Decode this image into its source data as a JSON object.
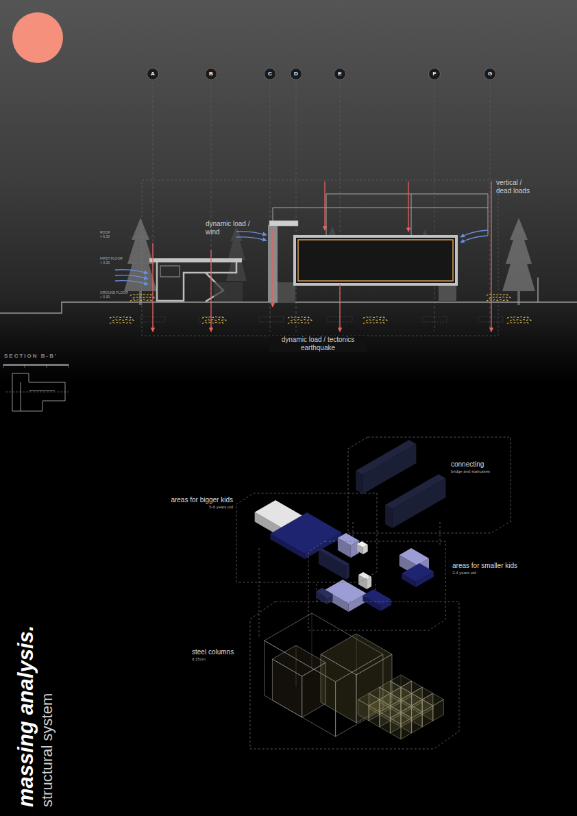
{
  "diagram": {
    "title": "massing analysis.",
    "nodes": [
      {
        "text": [
          "A"
        ]
      },
      {
        "text": [
          "B"
        ]
      },
      {
        "text": [
          "C"
        ]
      },
      {
        "text": [
          "D"
        ]
      },
      {
        "text": [
          "E"
        ]
      },
      {
        "text": [
          "F"
        ]
      },
      {
        "text": [
          "G"
        ]
      },
      {
        "text": [
          "connecting",
          "bridge and staircases"
        ]
      },
      {
        "text": [
          "areas for bigger kids",
          "5-6 years old"
        ]
      },
      {
        "text": [
          "areas for smaller kids",
          "3-4 years old"
        ]
      },
      {
        "text": [
          "steel columns",
          "d 15cm"
        ]
      }
    ],
    "labels": [
      "dynamic load / wind",
      "vertical / dead loads",
      "dynamic load / tectonics earthquake",
      "ROOF",
      "+ 6.30",
      "FIRST FLOOR",
      "+ 3.30",
      "GROUND FLOOR",
      "+ 0.30",
      "SECTION B-B'",
      "structural system"
    ]
  }
}
